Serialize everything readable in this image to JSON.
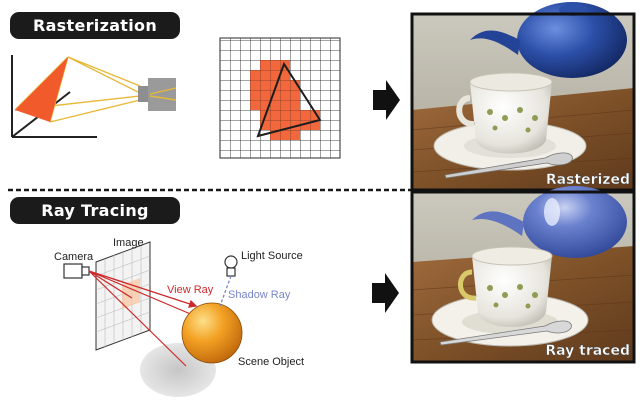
{
  "sections": {
    "rasterization": {
      "title": "Rasterization"
    },
    "ray_tracing": {
      "title": "Ray Tracing"
    }
  },
  "diagram_labels": {
    "camera": "Camera",
    "image": "Image",
    "light_source": "Light Source",
    "view_ray": "View Ray",
    "shadow_ray": "Shadow Ray",
    "scene_object": "Scene Object"
  },
  "render_captions": {
    "rasterized": "Rasterized",
    "ray_traced": "Ray traced"
  },
  "colors": {
    "triangle": "#f15a2b",
    "pill_background": "#1b1b1b",
    "view_ray": "#cc2a2a",
    "shadow_ray": "#7a86c8",
    "sphere": "#f3a124",
    "teapot": "#2c4fa8",
    "table": "#8a5a32"
  }
}
